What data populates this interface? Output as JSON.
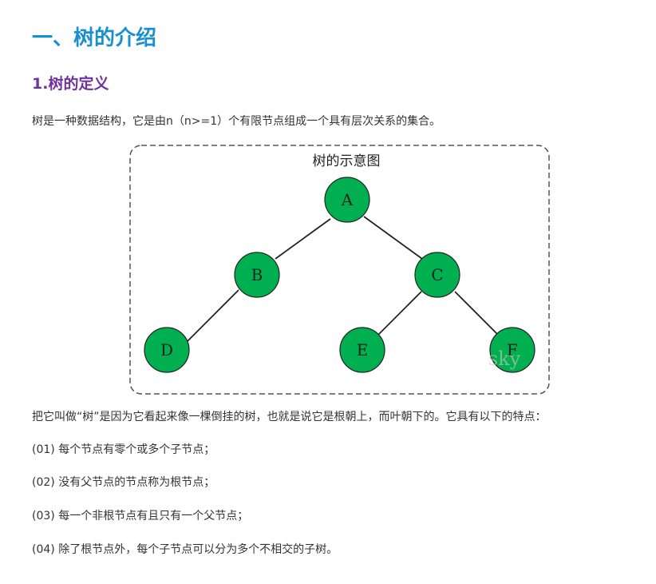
{
  "heading": "一、树的介绍",
  "subheading": "1.树的定义",
  "intro": "树是一种数据结构，它是由n（n>=1）个有限节点组成一个具有层次关系的集合。",
  "diagram": {
    "title": "树的示意图",
    "watermark": "sky",
    "node_color": "#00b050",
    "nodes": [
      "A",
      "B",
      "C",
      "D",
      "E",
      "F"
    ]
  },
  "explain": "把它叫做“树”是因为它看起来像一棵倒挂的树，也就是说它是根朝上，而叶朝下的。它具有以下的特点：",
  "points": [
    "(01) 每个节点有零个或多个子节点；",
    "(02) 没有父节点的节点称为根节点；",
    "(03) 每一个非根节点有且只有一个父节点；",
    "(04) 除了根节点外，每个子节点可以分为多个不相交的子树。"
  ]
}
